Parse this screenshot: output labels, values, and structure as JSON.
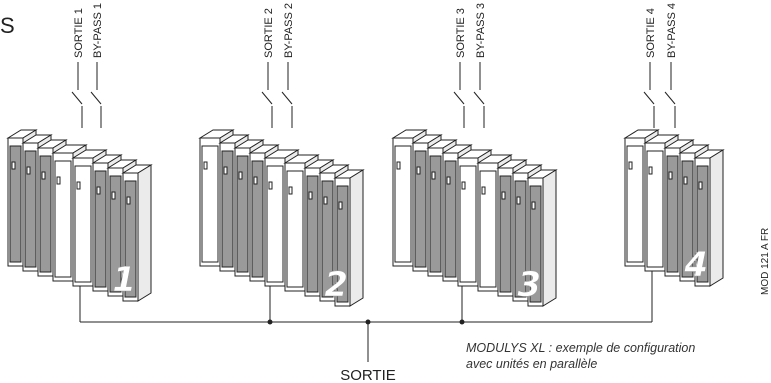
{
  "partial_heading": "S",
  "units": [
    {
      "number": "1",
      "sortie_label": "SORTIE 1",
      "bypass_label": "BY-PASS 1"
    },
    {
      "number": "2",
      "sortie_label": "SORTIE 2",
      "bypass_label": "BY-PASS 2"
    },
    {
      "number": "3",
      "sortie_label": "SORTIE 3",
      "bypass_label": "BY-PASS 3"
    },
    {
      "number": "4",
      "sortie_label": "SORTIE 4",
      "bypass_label": "BY-PASS 4"
    }
  ],
  "output_label": "SORTIE",
  "caption": {
    "line1": "MODULYS XL : exemple de configuration",
    "line2": "avec unités en parallèle"
  },
  "reference_code": "MOD 121 A FR",
  "colors": {
    "line": "#222222",
    "cabinet_face": "#ffffff",
    "cabinet_top": "#ffffff",
    "cabinet_side": "#ebebeb",
    "door_gray": "#9a9a9a",
    "number_fill": "#bdbdbd"
  }
}
